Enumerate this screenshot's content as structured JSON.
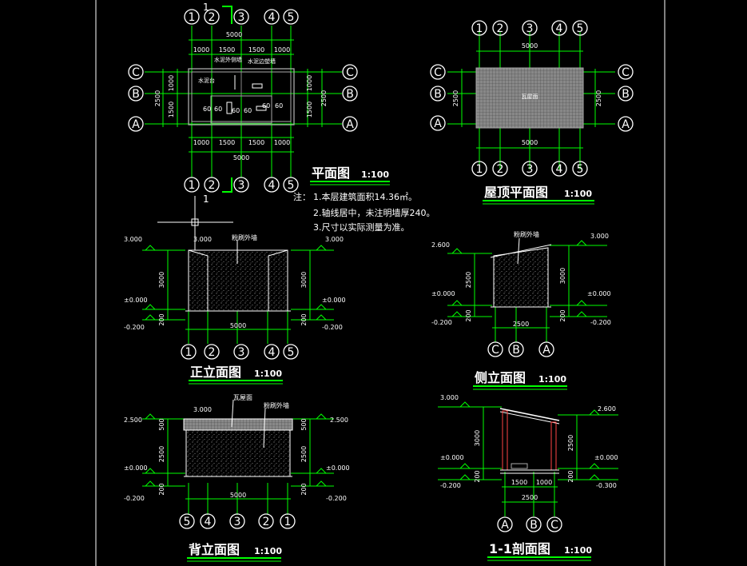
{
  "plan": {
    "title": "平面图",
    "scale": "1:100",
    "axes_top": [
      "1",
      "2",
      "3",
      "4",
      "5"
    ],
    "axes_bottom": [
      "1",
      "2",
      "3",
      "4",
      "5"
    ],
    "axes_left": [
      "C",
      "B",
      "A"
    ],
    "axes_right": [
      "C",
      "B",
      "A"
    ],
    "dim_top_total": "5000",
    "dim_top_parts": [
      "1000",
      "1500",
      "1500",
      "1000"
    ],
    "dim_bottom_total": "5000",
    "dim_bottom_parts": [
      "1000",
      "1500",
      "1500",
      "1000"
    ],
    "dim_left_total": "2500",
    "dim_left_parts": [
      "1000",
      "1500"
    ],
    "dim_right_total": "2500",
    "dim_right_parts": [
      "1000",
      "1500"
    ],
    "room_labels": [
      "水泥外侧墙",
      "水泥边塑墙",
      "水泥台"
    ],
    "small_dims": [
      "60",
      "60",
      "60",
      "60",
      "60",
      "60"
    ],
    "section_mark": "1"
  },
  "notes": {
    "prefix": "注：",
    "items": [
      "1.本层建筑面积14.36㎡。",
      "2.轴线居中，未注明墙厚240。",
      "3.尺寸以实际测量为准。"
    ]
  },
  "roof": {
    "title": "屋顶平面图",
    "scale": "1:100",
    "axes_top": [
      "1",
      "2",
      "3",
      "4",
      "5"
    ],
    "axes_bottom": [
      "1",
      "2",
      "3",
      "4",
      "5"
    ],
    "axes_left": [
      "C",
      "B",
      "A"
    ],
    "axes_right": [
      "C",
      "B",
      "A"
    ],
    "dim_top": "5000",
    "dim_bottom": "5000",
    "dim_left": "2500",
    "dim_right": "2500",
    "label": "瓦屋面"
  },
  "front": {
    "title": "正立面图",
    "scale": "1:100",
    "axes": [
      "1",
      "2",
      "3",
      "4",
      "5"
    ],
    "elev_top": [
      "3.000",
      "3.000",
      "3.000"
    ],
    "elev_zero": [
      "±0.000",
      "±0.000"
    ],
    "elev_bottom": [
      "-0.200",
      "-0.200"
    ],
    "dim_h": "3000",
    "dim_h2": "3000",
    "dim_base": "200",
    "dim_base2": "200",
    "dim_w": "5000",
    "wall_label": "粉刷外墙"
  },
  "side": {
    "title": "侧立面图",
    "scale": "1:100",
    "axes": [
      "C",
      "B",
      "A"
    ],
    "elev_left_top": "2.600",
    "elev_right_top": "3.000",
    "elev_zero": [
      "±0.000",
      "±0.000"
    ],
    "elev_bottom": [
      "-0.200",
      "-0.200"
    ],
    "dim_left": "2500",
    "dim_right": "3000",
    "dim_base": "200",
    "dim_base2": "200",
    "dim_w": "2500",
    "wall_label": "粉刷外墙"
  },
  "back": {
    "title": "背立面图",
    "scale": "1:100",
    "axes": [
      "5",
      "4",
      "3",
      "2",
      "1"
    ],
    "elev_top": [
      "2.500",
      "3.000",
      "2.500"
    ],
    "elev_zero": [
      "±0.000",
      "±0.000"
    ],
    "elev_bottom": [
      "-0.200",
      "-0.200"
    ],
    "dim_roof": "500",
    "dim_roof2": "500",
    "dim_h": "2500",
    "dim_h2": "2500",
    "dim_base": "200",
    "dim_base2": "200",
    "dim_w": "5000",
    "roof_label": "瓦屋面",
    "wall_label": "粉刷外墙"
  },
  "section": {
    "title": "1-1剖面图",
    "scale": "1:100",
    "axes": [
      "A",
      "B",
      "C"
    ],
    "elev_left_top": "3.000",
    "elev_right_top": "2.600",
    "elev_zero": [
      "±0.000",
      "±0.000"
    ],
    "elev_bottom": [
      "-0.200",
      "-0.300"
    ],
    "dim_left": "3000",
    "dim_right": "2500",
    "dim_base": "200",
    "dim_base2": "200",
    "dim_parts": [
      "1500",
      "1000"
    ],
    "dim_total": "2500"
  },
  "colors": {
    "background": "#000000",
    "line": "#00ff00",
    "text": "#ffffff",
    "frame": "#ffffff"
  }
}
